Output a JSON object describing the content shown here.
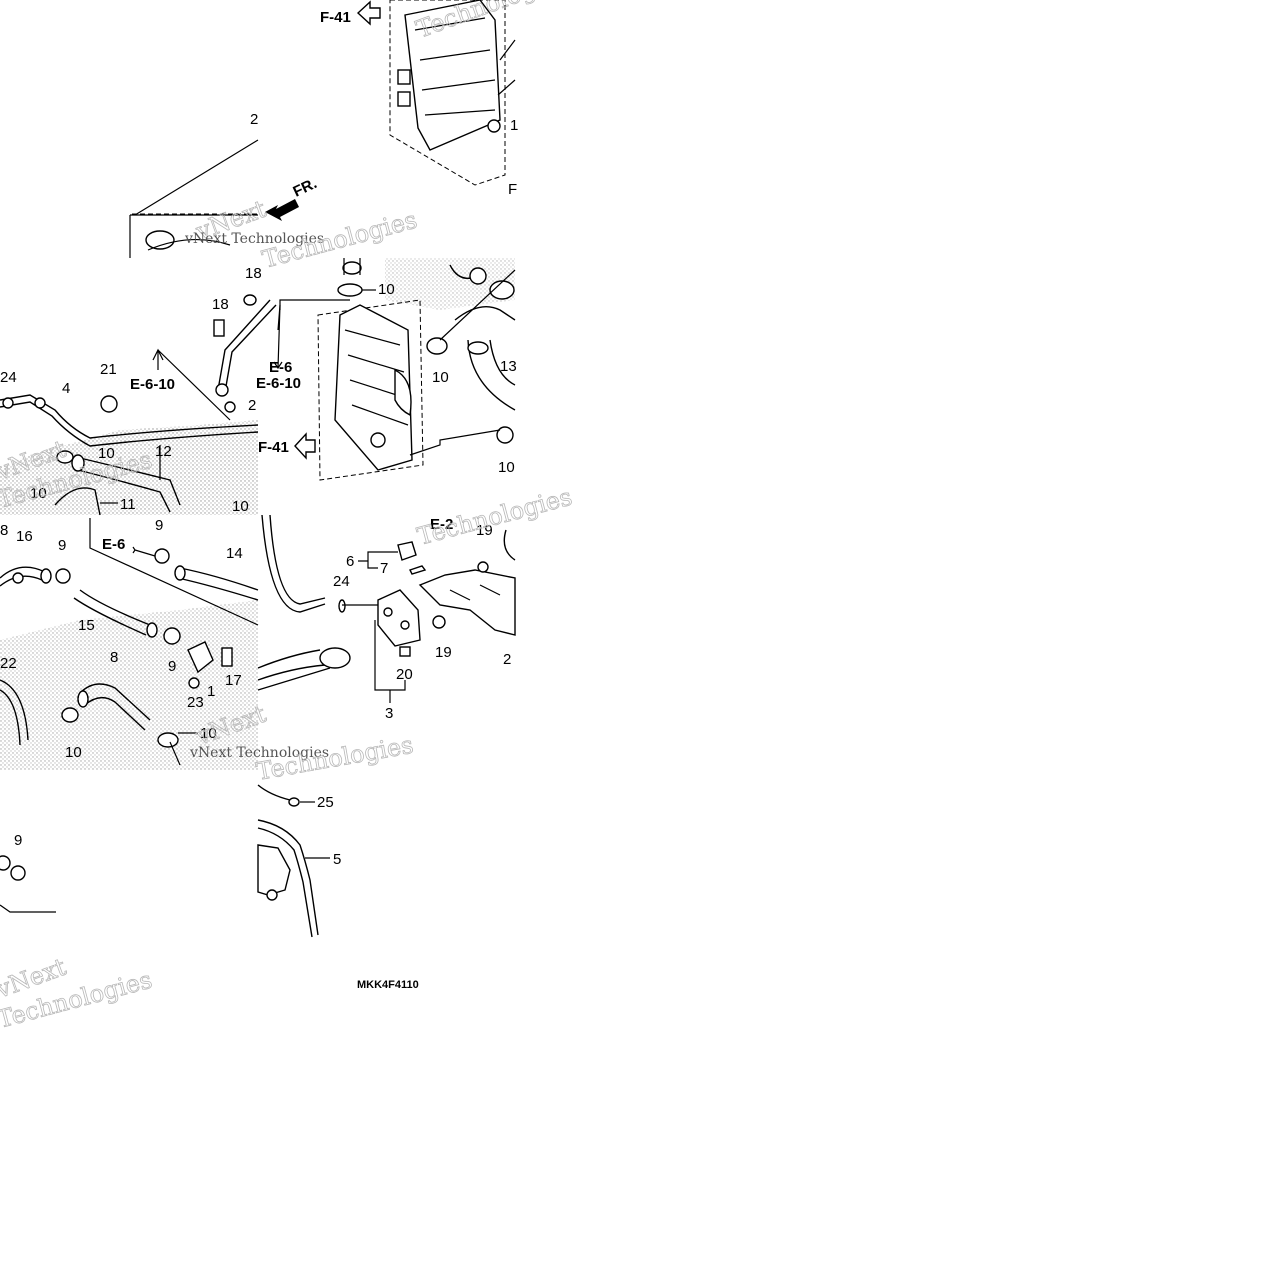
{
  "labels": {
    "n1": "1",
    "n2": "2",
    "n3": "3",
    "n4": "4",
    "n5": "5",
    "n6": "6",
    "n7": "7",
    "n8": "8",
    "n9": "9",
    "n10": "10",
    "n11": "11",
    "n12": "12",
    "n13": "13",
    "n14": "14",
    "n15": "15",
    "n16": "16",
    "n17": "17",
    "n18": "18",
    "n19": "19",
    "n20": "20",
    "n21": "21",
    "n22": "22",
    "n23": "23",
    "n24": "24",
    "n25": "25"
  },
  "refs": {
    "f41": "F-41",
    "e6": "E-6",
    "e610": "E-6-10",
    "e2": "E-2",
    "fr": "FR."
  },
  "watermark": {
    "line1": "vNext",
    "line2": "Technologies",
    "small": "vNext Technologies"
  },
  "diagram_code": "MKK4F4110"
}
